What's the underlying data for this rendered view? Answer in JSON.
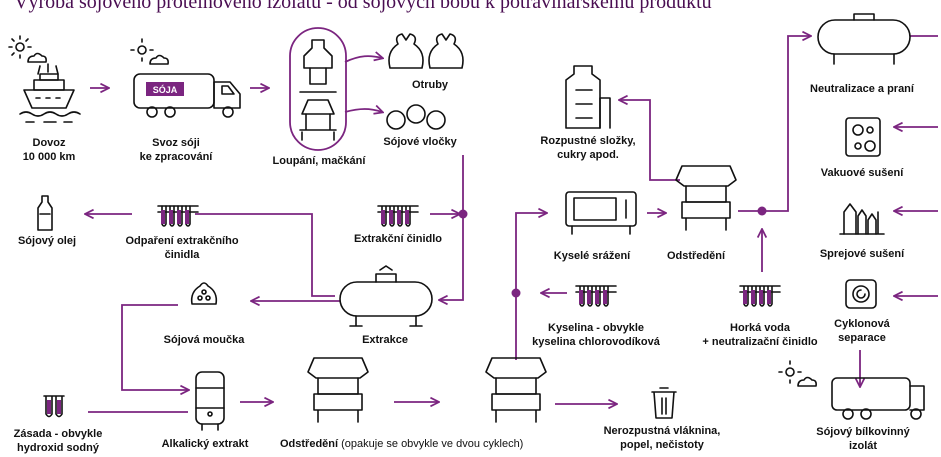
{
  "title_partial": "Výroba sójového proteinového izolátu - od sójových bobů k potravinářskému produktu",
  "colors": {
    "accent": "#7b2580",
    "ink": "#111111"
  },
  "labels": {
    "dovoz": [
      "Dovoz",
      "10 000 km"
    ],
    "svoz": [
      "Svoz sóji",
      "ke zpracování"
    ],
    "soja_truck": "SÓJA",
    "loupani": "Loupání, mačkání",
    "otruby": "Otruby",
    "vlocky": "Sójové vločky",
    "extrakcni_cinidlo": "Extrakční činidlo",
    "sojovy_olej": "Sójový olej",
    "odpareni": [
      "Odpaření extrakčního",
      "činidla"
    ],
    "extrakce": "Extrakce",
    "moucka": "Sójová moučka",
    "zasada": [
      "Zásada - obvykle",
      "hydroxid sodný"
    ],
    "alkalicky": "Alkalický extrakt",
    "odstredeni_main": "Odstředění",
    "odstredeni_note": "(opakuje se obvykle ve dvou cyklech)",
    "nerozpustna": [
      "Nerozpustná vláknina,",
      "popel, nečistoty"
    ],
    "kysele": "Kyselé srážení",
    "odstredeni2": "Odstředění",
    "rozpustne": [
      "Rozpustné složky,",
      "cukry apod."
    ],
    "kyselina": [
      "Kyselina - obvykle",
      "kyselina chlorovodíková"
    ],
    "horka": [
      "Horká voda",
      "+ neutralizační činidlo"
    ],
    "neutralizace": "Neutralizace a praní",
    "vakuove": "Vakuové sušení",
    "sprejove": "Sprejové sušení",
    "cyklonova": [
      "Cyklonová",
      "separace"
    ],
    "izolat": [
      "Sójový bílkovinný",
      "izolát"
    ]
  }
}
